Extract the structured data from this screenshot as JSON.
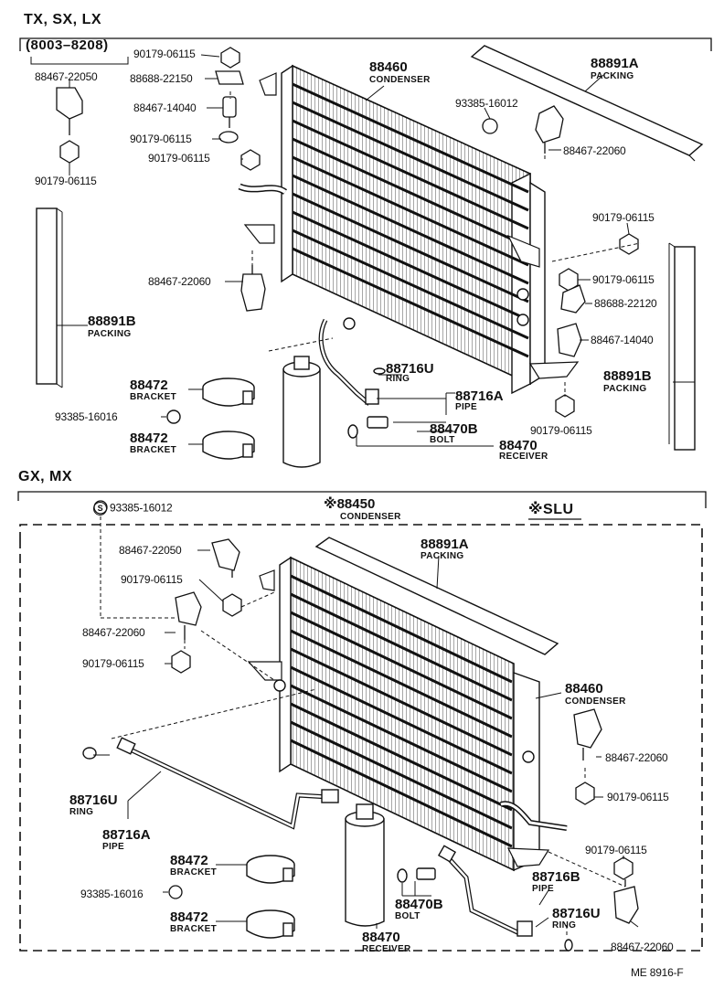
{
  "sections": {
    "top_models": "TX, SX, LX",
    "top_range": "(8003–8208)",
    "bottom_models": "GX, MX",
    "slu": "※SLU"
  },
  "top": {
    "p_90179_a": "90179-06115",
    "p_88688_a": "88688-22150",
    "p_88467_14040_a": "88467-14040",
    "p_90179_b": "90179-06115",
    "p_90179_c": "90179-06115",
    "p_88467_22050": "88467-22050",
    "p_90179_d": "90179-06115",
    "condenser_no": "88460",
    "condenser_name": "CONDENSER",
    "packing_a_no": "88891A",
    "packing_a_name": "PACKING",
    "s_93385_16012": "93385-16012",
    "p_88467_22060_a": "88467-22060",
    "p_90179_e": "90179-06115",
    "p_90179_f": "90179-06115",
    "p_88688_22120": "88688-22120",
    "p_88467_14040_b": "88467-14040",
    "p_88467_22060_b": "88467-22060",
    "packing_b_left_no": "88891B",
    "packing_b_left_name": "PACKING",
    "packing_b_right_no": "88891B",
    "packing_b_right_name": "PACKING",
    "ring_no": "88716U",
    "ring_name": "RING",
    "pipe_no": "88716A",
    "pipe_name": "PIPE",
    "p_90179_g": "90179-06115",
    "bracket_a_no": "88472",
    "bracket_a_name": "BRACKET",
    "s_93385_16016": "93385-16016",
    "bracket_b_no": "88472",
    "bracket_b_name": "BRACKET",
    "bolt_no": "88470B",
    "bolt_name": "BOLT",
    "receiver_no": "88470",
    "receiver_name": "RECEIVER"
  },
  "bottom": {
    "s_93385_16012": "93385-16012",
    "condenser_slu_no": "※88450",
    "condenser_slu_name": "CONDENSER",
    "p_88467_22050": "88467-22050",
    "p_90179_a": "90179-06115",
    "packing_a_no": "88891A",
    "packing_a_name": "PACKING",
    "p_88467_22060_a": "88467-22060",
    "p_90179_b": "90179-06115",
    "condenser_no": "88460",
    "condenser_name": "CONDENSER",
    "p_88467_22060_b": "88467-22060",
    "p_90179_c": "90179-06115",
    "ring_a_no": "88716U",
    "ring_a_name": "RING",
    "pipe_a_no": "88716A",
    "pipe_a_name": "PIPE",
    "p_90179_d": "90179-06115",
    "bracket_a_no": "88472",
    "bracket_a_name": "BRACKET",
    "s_93385_16016": "93385-16016",
    "bracket_b_no": "88472",
    "bracket_b_name": "BRACKET",
    "pipe_b_no": "88716B",
    "pipe_b_name": "PIPE",
    "ring_b_no": "88716U",
    "ring_b_name": "RING",
    "bolt_no": "88470B",
    "bolt_name": "BOLT",
    "receiver_no": "88470",
    "receiver_name": "RECEIVER",
    "p_88467_22060_c": "88467-22060"
  },
  "footer": {
    "code": "ME  8916-F"
  }
}
